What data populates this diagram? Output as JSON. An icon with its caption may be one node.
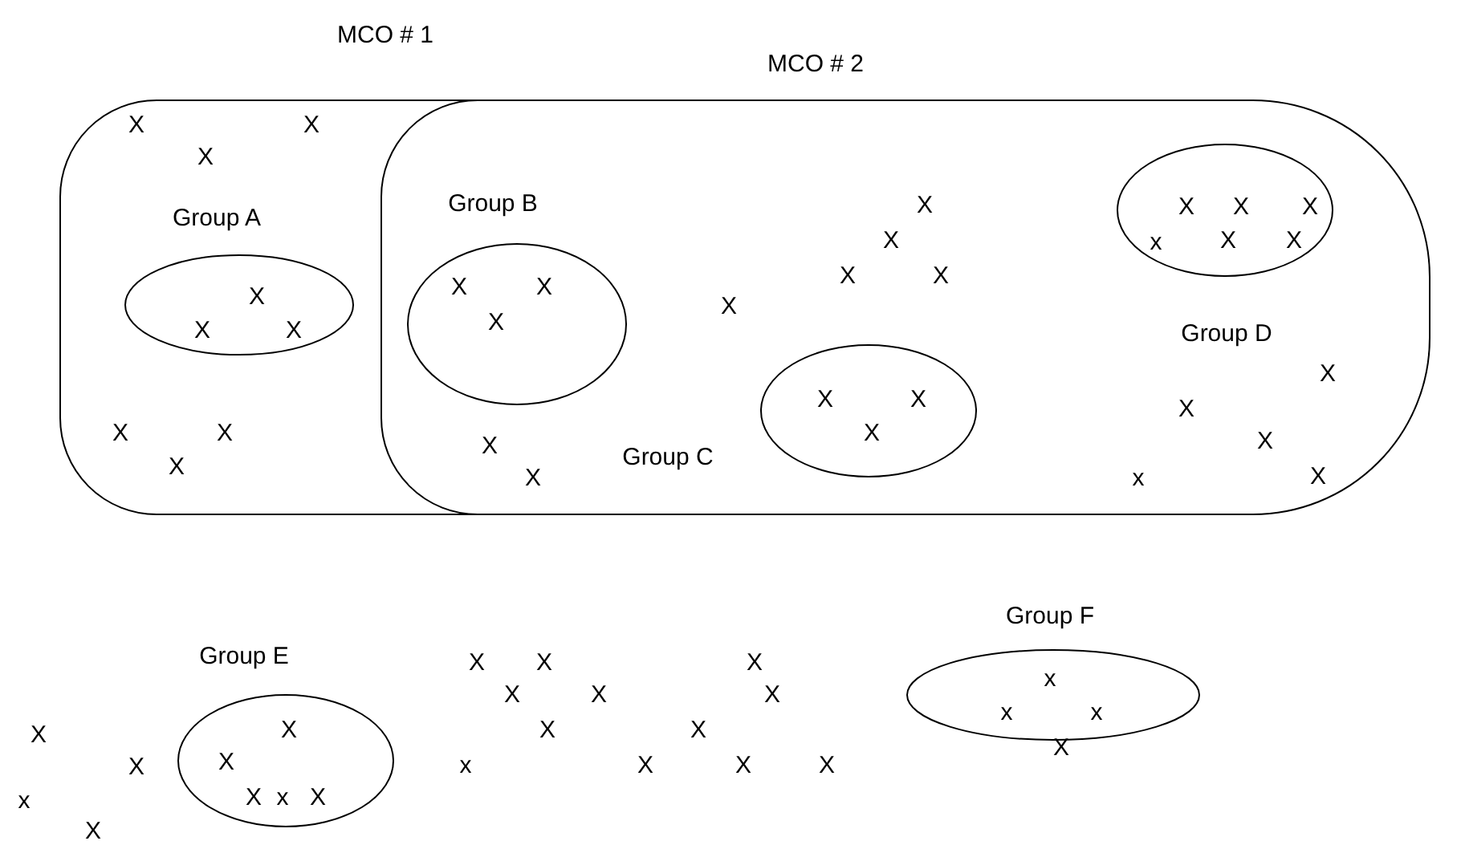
{
  "diagram": {
    "nodes": [
      {
        "text": [
          "MCO # 1",
          "X",
          "X",
          "X",
          "X",
          "X",
          "X"
        ]
      },
      {
        "text": [
          "MCO # 2",
          "X",
          "X",
          "X",
          "X",
          "X",
          "X",
          "X",
          "X",
          "X",
          "x",
          "X",
          "X"
        ]
      },
      {
        "text": [
          "Group A",
          "X",
          "X",
          "X"
        ],
        "in": 0
      },
      {
        "text": [
          "Group B",
          "X",
          "X",
          "X"
        ],
        "in": 1
      },
      {
        "text": [
          "X",
          "X",
          "X",
          "Group C"
        ],
        "in": 1
      },
      {
        "text": [
          "X",
          "X",
          "X",
          "x",
          "X",
          "X",
          "Group D"
        ],
        "in": 1
      },
      {
        "text": [
          "Group E",
          "X",
          "X",
          "X",
          "x",
          "X"
        ]
      },
      {
        "text": [
          "Group F",
          "x",
          "x",
          "x",
          "X"
        ]
      }
    ],
    "edges": [],
    "labels": [
      "X",
      "X",
      "x",
      "X",
      "X",
      "X",
      "X",
      "X",
      "X",
      "x",
      "X",
      "X",
      "X",
      "X",
      "X",
      "X"
    ]
  }
}
